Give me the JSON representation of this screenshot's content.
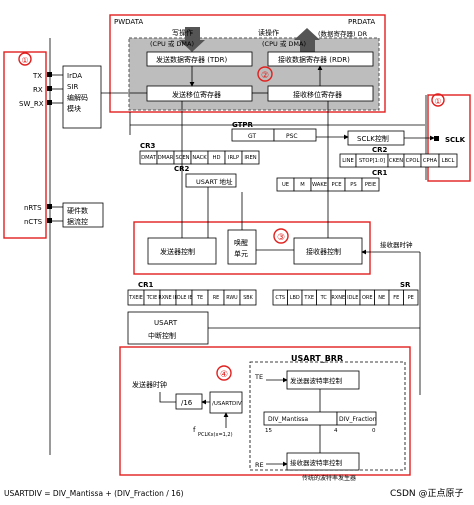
{
  "top": {
    "pwdata": "PWDATA",
    "prdata": "PRDATA",
    "write_op": "写操作",
    "read_op": "读操作",
    "cpu_dma_left": "(CPU 或 DMA)",
    "cpu_dma_right": "(CPU 或 DMA)",
    "dr": "(数据寄存器) DR",
    "tdr": "发送数据寄存器 (TDR)",
    "rdr": "接收数据寄存器 (RDR)",
    "tx_shift": "发送移位寄存器",
    "rx_shift": "接收移位寄存器"
  },
  "pins": {
    "tx": "TX",
    "rx": "RX",
    "sw_rx": "SW_RX",
    "nrts": "nRTS",
    "ncts": "nCTS",
    "sclk": "SCLK"
  },
  "irda": [
    "IrDA",
    "SIR",
    "编解码",
    "模块"
  ],
  "hwflow": [
    "硬件数",
    "据流控"
  ],
  "gtpr": {
    "label": "GTPR",
    "gt": "GT",
    "psc": "PSC",
    "sclk_ctrl": "SCLK控制"
  },
  "cr3": {
    "label": "CR3",
    "cells": [
      "DMAT",
      "DMAR",
      "SCEN",
      "NACK",
      "HD",
      "IRLP",
      "IREN"
    ]
  },
  "cr2": {
    "label": "CR2",
    "cells": [
      "LINE",
      "STOP[1:0]",
      "CKEN",
      "CPOL",
      "CPHA",
      "LBCL"
    ],
    "usart_addr": "USART 地址"
  },
  "cr1_top": {
    "label": "CR1",
    "cells": [
      "UE",
      "M",
      "WAKE",
      "PCE",
      "PS",
      "PEIE"
    ]
  },
  "controls": {
    "tx_ctrl": "发送器控制",
    "wakeup": [
      "唤醒",
      "单元"
    ],
    "rx_ctrl": "接收器控制",
    "rx_clock": "接收器时钟"
  },
  "cr1_bottom": {
    "label": "CR1",
    "cells": [
      "TXEIE",
      "TCIE",
      "RXNE IE",
      "IDLE IE",
      "TE",
      "RE",
      "RWU",
      "SBK"
    ]
  },
  "sr": {
    "label": "SR",
    "cells": [
      "CTS",
      "LBD",
      "TXE",
      "TC",
      "RXNE",
      "IDLE",
      "ORE",
      "NE",
      "FE",
      "PE"
    ]
  },
  "interrupt": [
    "USART",
    "中断控制"
  ],
  "brr": {
    "title": "USART_BRR",
    "tx_clock": "发送器时钟",
    "div16": "/16",
    "usartdiv": "/USARTDIV",
    "te": "TE",
    "re": "RE",
    "tx_baud": "发送器波特率控制",
    "rx_baud": "接收器波特率控制",
    "mantissa": "DIV_Mantissa",
    "fraction": "DIV_Fraction",
    "bit15": "15",
    "bit4": "4",
    "bit0": "0",
    "gen_label": "传统的波特率发生器",
    "fpclk": "f",
    "fpclk_sub": "PCLKx(x=1,2)"
  },
  "circles": [
    "①",
    "②",
    "①",
    "③",
    "④"
  ],
  "formula": "USARTDIV = DIV_Mantissa + (DIV_Fraction / 16)",
  "watermark": "CSDN @正点原子",
  "colors": {
    "red": "#e0201e",
    "gray_fill": "#bdbdbd",
    "dark_fill": "#555555"
  }
}
